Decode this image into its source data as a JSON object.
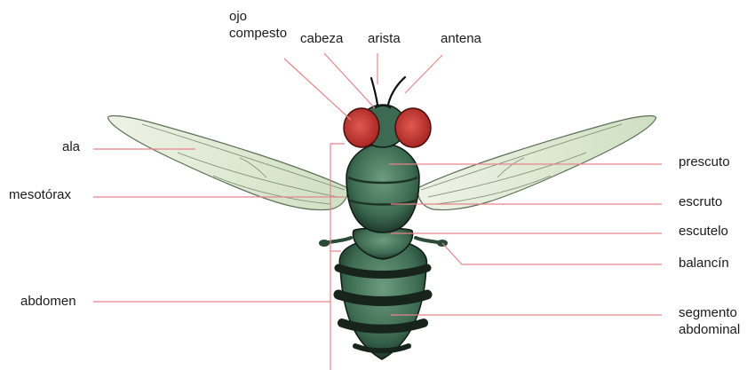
{
  "labels": {
    "ojo_compuesto": "ojo\ncompesto",
    "cabeza": "cabeza",
    "arista": "arista",
    "antena": "antena",
    "ala": "ala",
    "mesotorax": "mesotórax",
    "abdomen": "abdomen",
    "prescuto": "prescuto",
    "escruto": "escruto",
    "escutelo": "escutelo",
    "balancin": "balancín",
    "segmento_abdominal": "segmento\nabdominal"
  },
  "colors": {
    "leader_line": "#e8848a",
    "body_green": "#3f7358",
    "body_dark": "#16241c",
    "eye_red": "#c8312d",
    "wing_fill": "#dde8d0"
  }
}
